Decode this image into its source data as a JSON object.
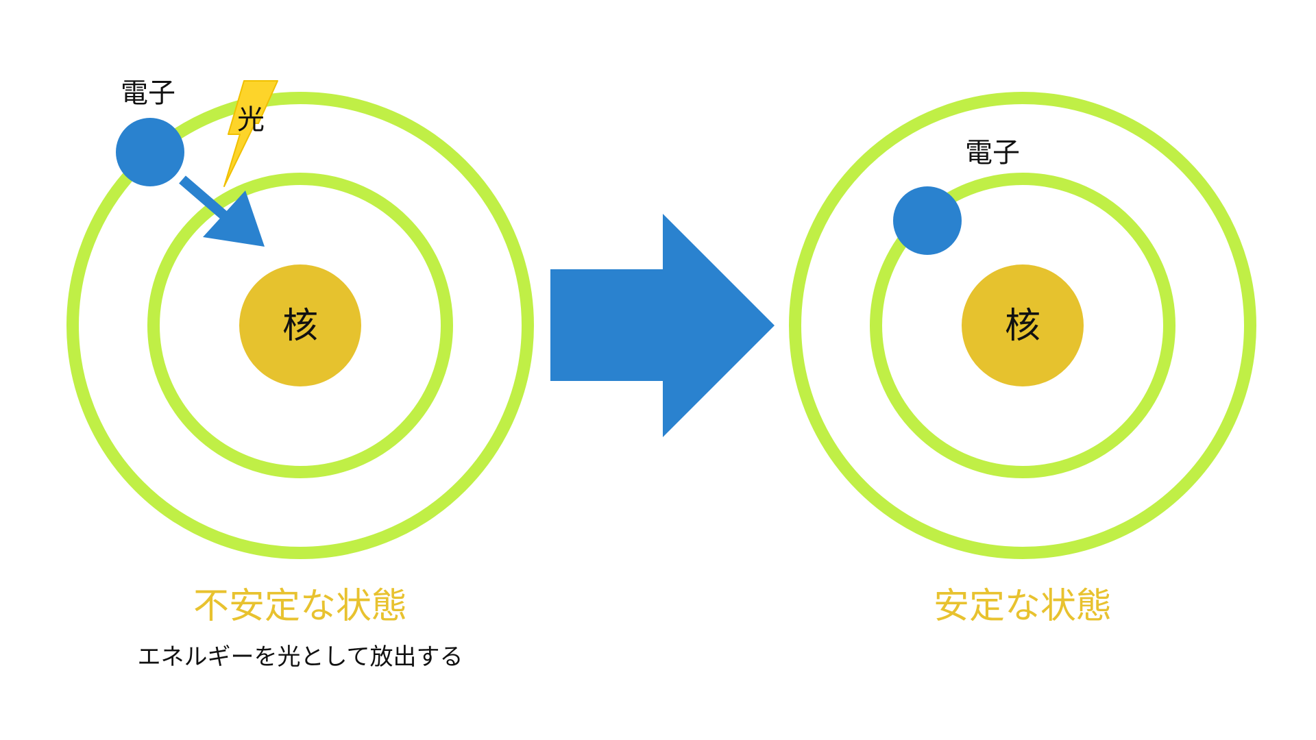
{
  "colors": {
    "orbit": "#c0ef46",
    "nucleus": "#e6c22e",
    "electron": "#2a82cf",
    "arrow": "#2a82cf",
    "light": "#fdd42a",
    "state_label": "#e8c22f",
    "text": "#111111"
  },
  "left": {
    "nucleus_label": "核",
    "electron_label": "電子",
    "light_label": "光",
    "state_label": "不安定な状態",
    "caption": "エネルギーを光として放出する"
  },
  "right": {
    "nucleus_label": "核",
    "electron_label": "電子",
    "state_label": "安定な状態"
  },
  "icons": {
    "lightning": "lightning-bolt-icon",
    "transition_arrow": "right-arrow-icon",
    "electron_move_arrow": "diagonal-arrow-icon"
  }
}
